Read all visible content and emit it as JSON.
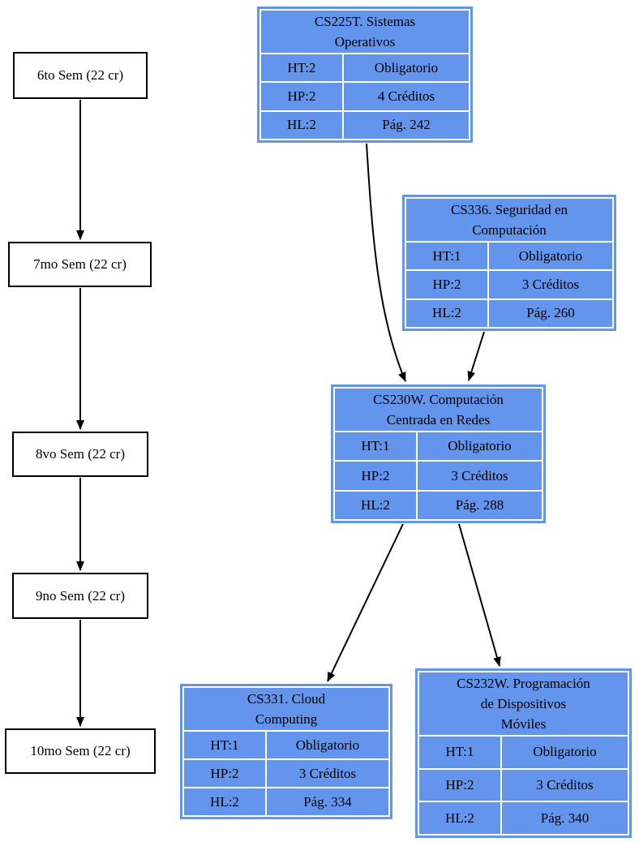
{
  "theme": {
    "background": "#ffffff",
    "course_fill": "#6495ed",
    "semester_fill": "#ffffff",
    "semester_border": "#000000",
    "edge_color": "#000000",
    "text_color": "#000000"
  },
  "semesters": [
    {
      "id": "sem6",
      "label": "6to Sem (22 cr)"
    },
    {
      "id": "sem7",
      "label": "7mo Sem (22 cr)"
    },
    {
      "id": "sem8",
      "label": "8vo Sem (22 cr)"
    },
    {
      "id": "sem9",
      "label": "9no Sem (22 cr)"
    },
    {
      "id": "sem10",
      "label": "10mo Sem (22 cr)"
    }
  ],
  "courses": [
    {
      "id": "cs225t",
      "title": "CS225T. Sistemas\nOperativos",
      "rows": [
        {
          "left": "HT:2",
          "right": "Obligatorio"
        },
        {
          "left": "HP:2",
          "right": "4 Créditos"
        },
        {
          "left": "HL:2",
          "right": "Pág. 242"
        }
      ]
    },
    {
      "id": "cs336",
      "title": "CS336. Seguridad en\nComputación",
      "rows": [
        {
          "left": "HT:1",
          "right": "Obligatorio"
        },
        {
          "left": "HP:2",
          "right": "3 Créditos"
        },
        {
          "left": "HL:2",
          "right": "Pág. 260"
        }
      ]
    },
    {
      "id": "cs230w",
      "title": "CS230W. Computación\nCentrada en Redes",
      "rows": [
        {
          "left": "HT:1",
          "right": "Obligatorio"
        },
        {
          "left": "HP:2",
          "right": "3 Créditos"
        },
        {
          "left": "HL:2",
          "right": "Pág. 288"
        }
      ]
    },
    {
      "id": "cs331",
      "title": "CS331. Cloud\nComputing",
      "rows": [
        {
          "left": "HT:1",
          "right": "Obligatorio"
        },
        {
          "left": "HP:2",
          "right": "3 Créditos"
        },
        {
          "left": "HL:2",
          "right": "Pág. 334"
        }
      ]
    },
    {
      "id": "cs232w",
      "title": "CS232W. Programación\nde Dispositivos\nMóviles",
      "rows": [
        {
          "left": "HT:1",
          "right": "Obligatorio"
        },
        {
          "left": "HP:2",
          "right": "3 Créditos"
        },
        {
          "left": "HL:2",
          "right": "Pág. 340"
        }
      ]
    }
  ],
  "edges": [
    {
      "from": "sem6",
      "to": "sem7"
    },
    {
      "from": "sem7",
      "to": "sem8"
    },
    {
      "from": "sem8",
      "to": "sem9"
    },
    {
      "from": "sem9",
      "to": "sem10"
    },
    {
      "from": "cs225t",
      "to": "cs230w"
    },
    {
      "from": "cs336",
      "to": "cs230w"
    },
    {
      "from": "cs230w",
      "to": "cs331"
    },
    {
      "from": "cs230w",
      "to": "cs232w"
    }
  ]
}
